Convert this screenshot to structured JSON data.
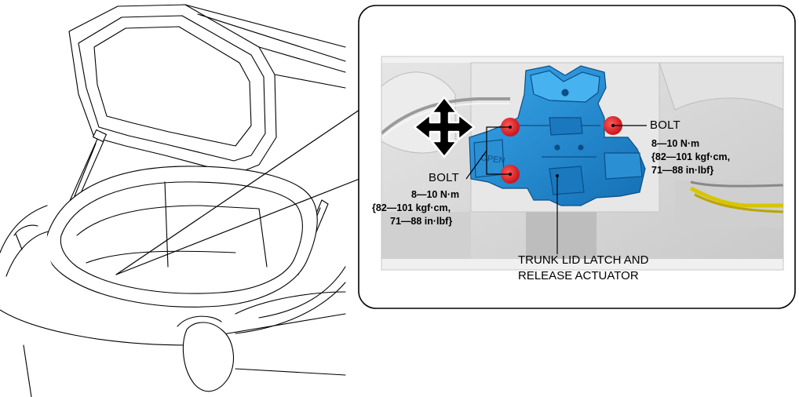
{
  "labels": {
    "bolt_right": {
      "title": "BOLT",
      "line1": "8—10 N·m",
      "line2": "{82—101 kgf·cm,",
      "line3": "71—88 in·lbf}"
    },
    "bolt_left": {
      "title": "BOLT",
      "line1": "8—10 N·m",
      "line2": "{82—101 kgf·cm,",
      "line3": "71—88 in·lbf}"
    },
    "component": {
      "line1": "TRUNK LID LATCH AND",
      "line2": "RELEASE ACTUATOR"
    },
    "latch_stamp": "OPEN"
  },
  "colors": {
    "highlight_part": "#1e8fd6",
    "bolt_marker": "#e01e26",
    "outline": "#000000",
    "photo_background": "#d9d9d9",
    "wire_harness": "#d8c400"
  },
  "icons": {
    "direction_indicator": "four-way-arrow-icon"
  }
}
